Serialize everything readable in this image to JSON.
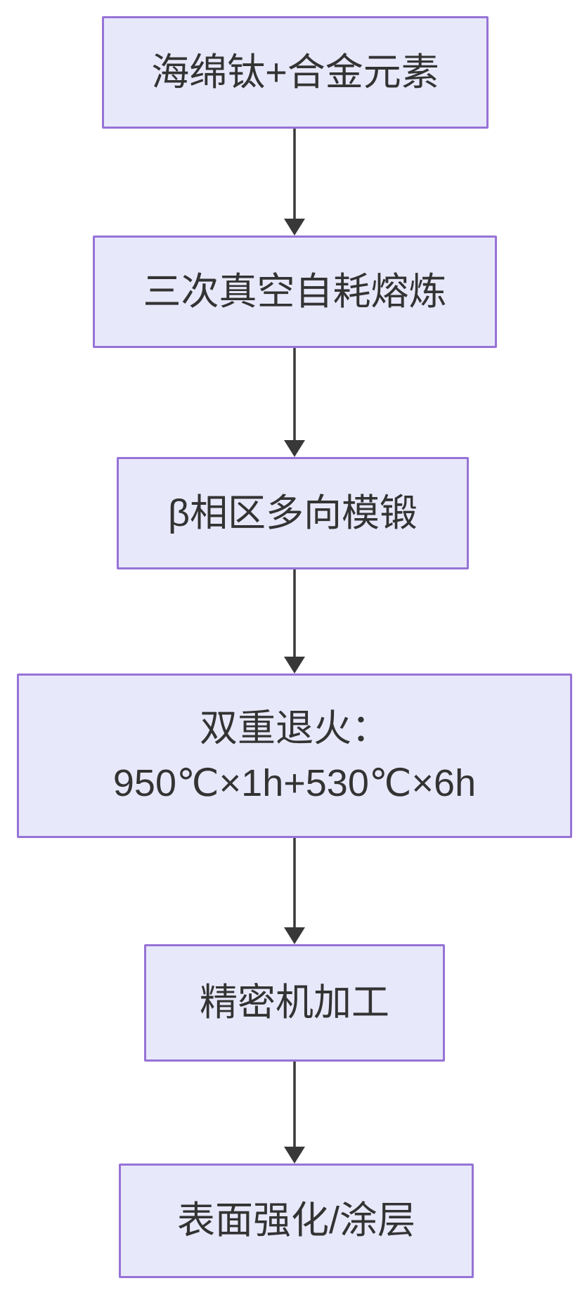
{
  "diagram": {
    "type": "flowchart",
    "direction": "top-down",
    "title": "",
    "colors": {
      "node_fill": "#E8E8FB",
      "node_border": "#9673D6",
      "arrow": "#383838",
      "text": "#333333",
      "background": "#FFFFFF"
    },
    "nodes": [
      {
        "id": "n1",
        "label": "海绵钛+合金元素"
      },
      {
        "id": "n2",
        "label": "三次真空自耗熔炼"
      },
      {
        "id": "n3",
        "label": "β相区多向模锻"
      },
      {
        "id": "n4",
        "label": "双重退火：",
        "label_line2": "950℃×1h+530℃×6h"
      },
      {
        "id": "n5",
        "label": "精密机加工"
      },
      {
        "id": "n6",
        "label": "表面强化/涂层"
      }
    ],
    "edges": [
      {
        "from": "n1",
        "to": "n2"
      },
      {
        "from": "n2",
        "to": "n3"
      },
      {
        "from": "n3",
        "to": "n4"
      },
      {
        "from": "n4",
        "to": "n5"
      },
      {
        "from": "n5",
        "to": "n6"
      }
    ]
  }
}
